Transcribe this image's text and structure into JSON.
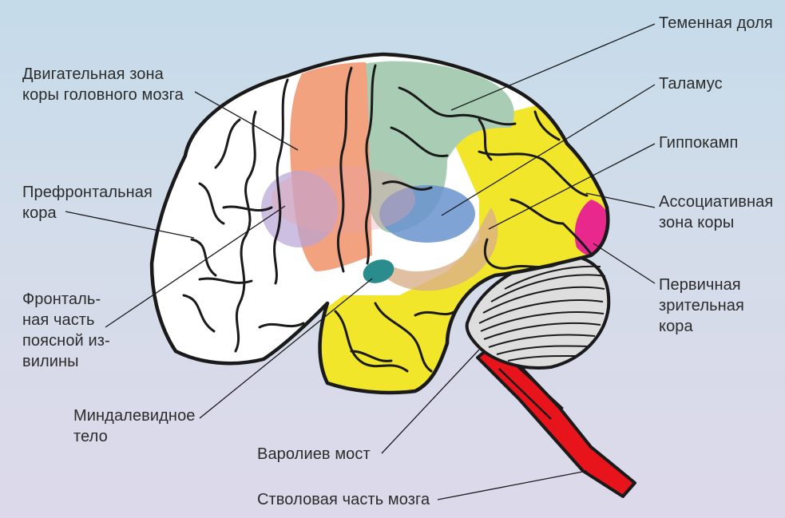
{
  "labels": {
    "parietal_lobe": "Теменная доля",
    "thalamus": "Таламус",
    "hippocampus": "Гиппокамп",
    "association_cortex": "Ассоциативная\nзона коры",
    "primary_visual_cortex": "Первичная\nзрительная\nкора",
    "motor_cortex": "Двигательная зона\nкоры головного мозга",
    "prefrontal_cortex": "Префронтальная\nкора",
    "anterior_cingulate": "Фронталь-\nная часть\nпоясной из-\nвилины",
    "amygdala": "Миндалевидное\nтело",
    "pons": "Варолиев мост",
    "brainstem": "Стволовая часть мозга"
  },
  "colors": {
    "motor_cortex": "#f2a27e",
    "parietal_lobe": "#a8cdb4",
    "association_cortex": "#f2e62a",
    "primary_visual_cortex": "#e8288c",
    "brainstem": "#e8141c",
    "thalamus": "#6a93cf",
    "hippocampus": "#d9b08a",
    "prefrontal_overlay": "#b7a4d6",
    "amygdala": "#2a8c8c",
    "outline": "#1a1a1a"
  }
}
